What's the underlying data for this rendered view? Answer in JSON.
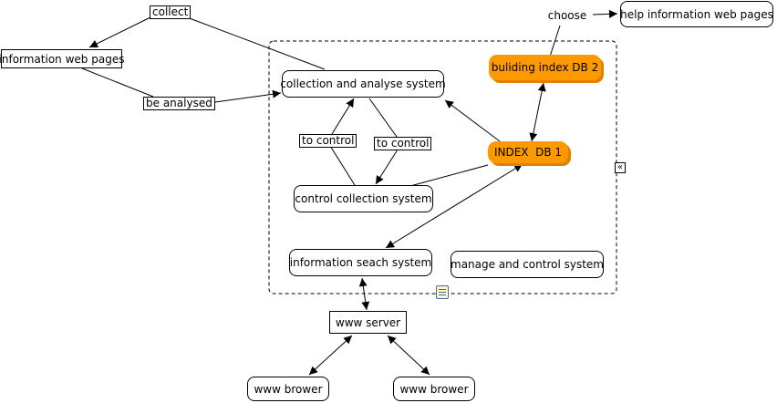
{
  "nodes": {
    "information_web_pages": "information web pages",
    "collection_analyse": "collection and analyse system",
    "control_collection": "control collection system",
    "information_search": "information seach system",
    "manage_control": "manage and control system",
    "index_db1": "INDEX  DB 1",
    "building_index_db2": "buliding index DB 2",
    "choose": "choose",
    "help_information_web_pages": "help information web pages",
    "www_server": "www server",
    "www_browser_1": "www brower",
    "www_browser_2": "www brower"
  },
  "edge_labels": {
    "collect": "collect",
    "be_analysed": "be analysed",
    "to_control_1": "to control",
    "to_control_2": "to control"
  },
  "icons": {
    "note": "note-icon",
    "collapse": "collapse-icon",
    "collapse_glyph": "«"
  },
  "colors": {
    "highlight_node": "#ff9900",
    "line": "#000000"
  }
}
